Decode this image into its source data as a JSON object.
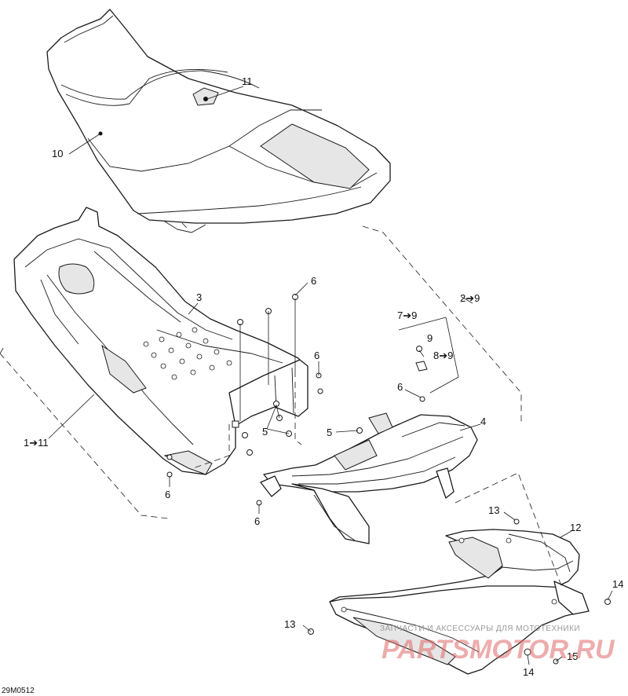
{
  "diagram": {
    "code": "29M0512",
    "callouts": {
      "c1": "1➔11",
      "c2": "2➔9",
      "c3": "3",
      "c4": "4",
      "c5a": "5",
      "c5b": "5",
      "c6a": "6",
      "c6b": "6",
      "c6c": "6",
      "c6d": "6",
      "c6e": "6",
      "c7": "7➔9",
      "c8": "8➔9",
      "c9": "9",
      "c10": "10",
      "c11": "11",
      "c12": "12",
      "c13a": "13",
      "c13b": "13",
      "c14a": "14",
      "c14b": "14",
      "c15": "15"
    },
    "watermark": {
      "tagline": "ЗАПЧАСТИ И АКСЕССУАРЫ ДЛЯ МОТОТЕХНИКИ",
      "brand": "PARTSMOTOR.RU"
    }
  }
}
